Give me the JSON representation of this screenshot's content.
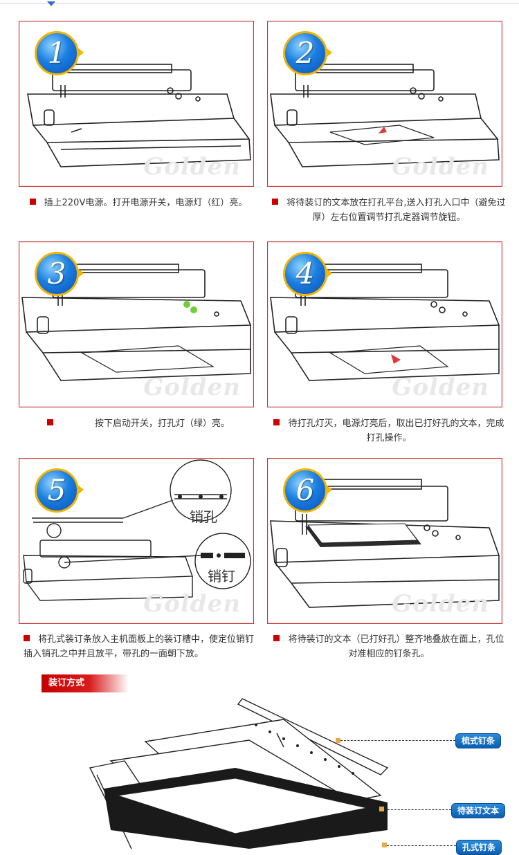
{
  "steps": [
    {
      "number": "1",
      "caption": "插上220V电源。打开电源开关，电源灯（红）亮。"
    },
    {
      "number": "2",
      "caption": "将待装订的文本放在打孔平台,送入打孔入口中（避免过厚）左右位置调节打孔定器调节旋钮。"
    },
    {
      "number": "3",
      "caption": "按下启动开关，打孔灯（绿）亮。"
    },
    {
      "number": "4",
      "caption": "待打孔灯灭，电源灯亮后，取出已打好孔的文本，完成打孔操作。"
    },
    {
      "number": "5",
      "caption": "将孔式装订条放入主机面板上的装订槽中，使定位销钉插入销孔之中并且放平，带孔的一面朝下放。",
      "zoom_labels": [
        "销孔",
        "销钉"
      ]
    },
    {
      "number": "6",
      "caption": "将待装订的文本（已打好孔）整齐地叠放在面上，孔位对准相应的钉条孔。"
    }
  ],
  "watermark": "Golden",
  "binding": {
    "title": "装订方式",
    "callouts": [
      "梳式钉条",
      "待装订文本",
      "孔式钉条"
    ]
  },
  "colors": {
    "accent": "#cc0000",
    "badge_blue": "#1b7fe0",
    "badge_ring": "#f4b400",
    "callout_blue": "#0a5fb0"
  }
}
